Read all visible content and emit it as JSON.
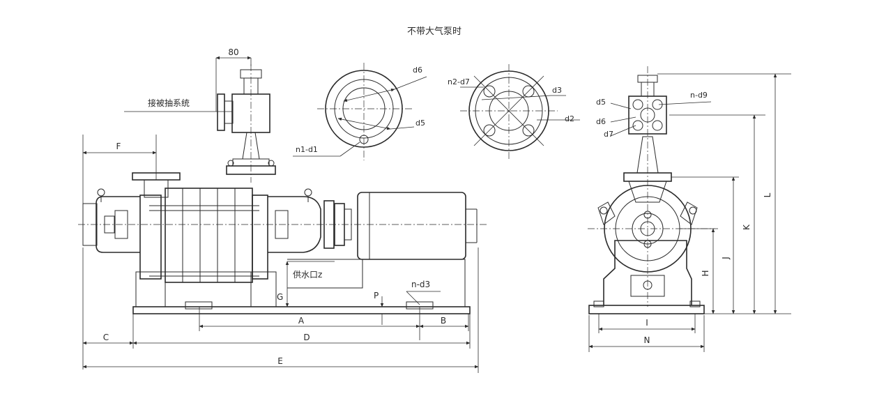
{
  "title": "不带大气泵时",
  "annotations": {
    "dim_80": "80",
    "pipe_label": "接被抽系统",
    "water_inlet": "供水口z"
  },
  "flange_left": {
    "d6": "d6",
    "d5": "d5",
    "holes": "n1-d1"
  },
  "flange_right": {
    "holes": "n2-d7",
    "d3": "d3",
    "d2": "d2"
  },
  "end_view": {
    "d5": "d5",
    "d6": "d6",
    "d7": "d7",
    "holes": "n-d9"
  },
  "dims": {
    "F": "F",
    "G": "G",
    "P": "P",
    "foot_holes": "n-d3",
    "A": "A",
    "B": "B",
    "C": "C",
    "D": "D",
    "E": "E",
    "H": "H",
    "J": "J",
    "K": "K",
    "L": "L",
    "I": "I",
    "N": "N"
  }
}
